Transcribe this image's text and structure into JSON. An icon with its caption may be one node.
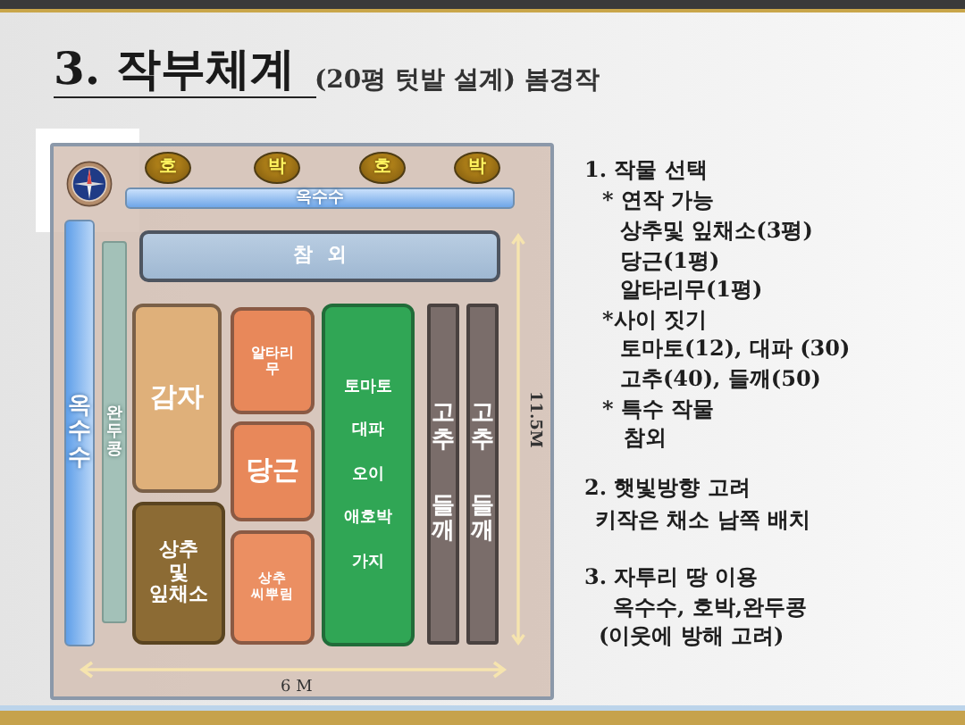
{
  "diagram": {
    "title": "3. 작부체계",
    "nodes": [
      {
        "text": [],
        "shape": "box"
      },
      {
        "text": [
          "호"
        ],
        "in": 0
      },
      {
        "text": [
          "박"
        ],
        "in": 0
      },
      {
        "text": [
          "호"
        ],
        "in": 0
      },
      {
        "text": [
          "박"
        ],
        "in": 0
      },
      {
        "text": [
          "옥수수"
        ],
        "in": 0
      },
      {
        "text": [
          "옥수수"
        ],
        "in": 0
      },
      {
        "text": [
          "완두콩"
        ],
        "in": 0
      },
      {
        "text": [
          "참외"
        ],
        "in": 0
      },
      {
        "text": [
          "감자"
        ],
        "in": 0
      },
      {
        "text": [
          "상추 및 잎채소"
        ],
        "in": 0
      },
      {
        "text": [
          "알타리무"
        ],
        "in": 0
      },
      {
        "text": [
          "당근"
        ],
        "in": 0
      },
      {
        "text": [
          "상추 씨뿌림"
        ],
        "in": 0
      },
      {
        "text": [
          "토마토",
          "대파",
          "오이",
          "애호박",
          "가지"
        ],
        "in": 0
      },
      {
        "text": [
          "고추",
          "들깨"
        ],
        "in": 0
      },
      {
        "text": [
          "고추",
          "들깨"
        ],
        "in": 0
      }
    ],
    "labels": [
      "(20평 텃밭 설계) 봄경작",
      "11.5M",
      "6 M",
      "1. 작물 선택",
      "* 연작 가능",
      "상추및 잎채소(3평)",
      "당근(1평)",
      "알타리무(1평)",
      "*사이 짓기",
      "토마토(12), 대파 (30)",
      "고추(40), 들깨(50)",
      "* 특수 작물",
      "참외",
      "2. 햇빛방향 고려",
      "키작은 채소 남쪽 배치",
      "3. 자투리 땅 이용",
      "옥수수, 호박,완두콩",
      "(이웃에 방해 고려)"
    ]
  }
}
